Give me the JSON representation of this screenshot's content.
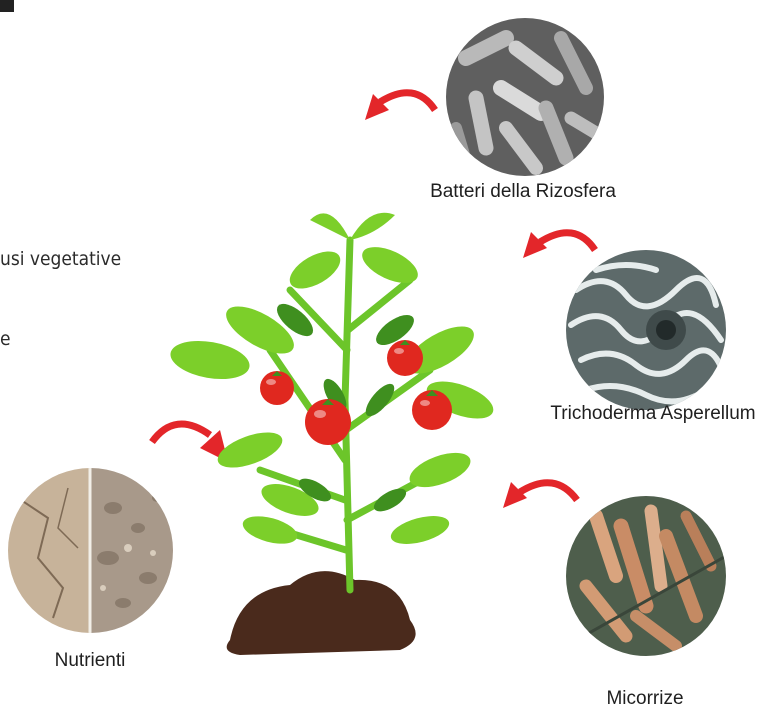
{
  "side_text": {
    "line1": "usi vegetative",
    "line2": "e"
  },
  "labels": {
    "bacteria": "Batteri della Rizosfera",
    "trichoderma": "Trichoderma Asperellum",
    "nutrients": "Nutrienti",
    "mycorrhizae": "Micorrize"
  },
  "colors": {
    "arrow": "#e3262a",
    "leaf": "#7ccf2a",
    "leaf_dark": "#3f8f1f",
    "tomato": "#e0281f",
    "soil": "#4a2a1c"
  }
}
